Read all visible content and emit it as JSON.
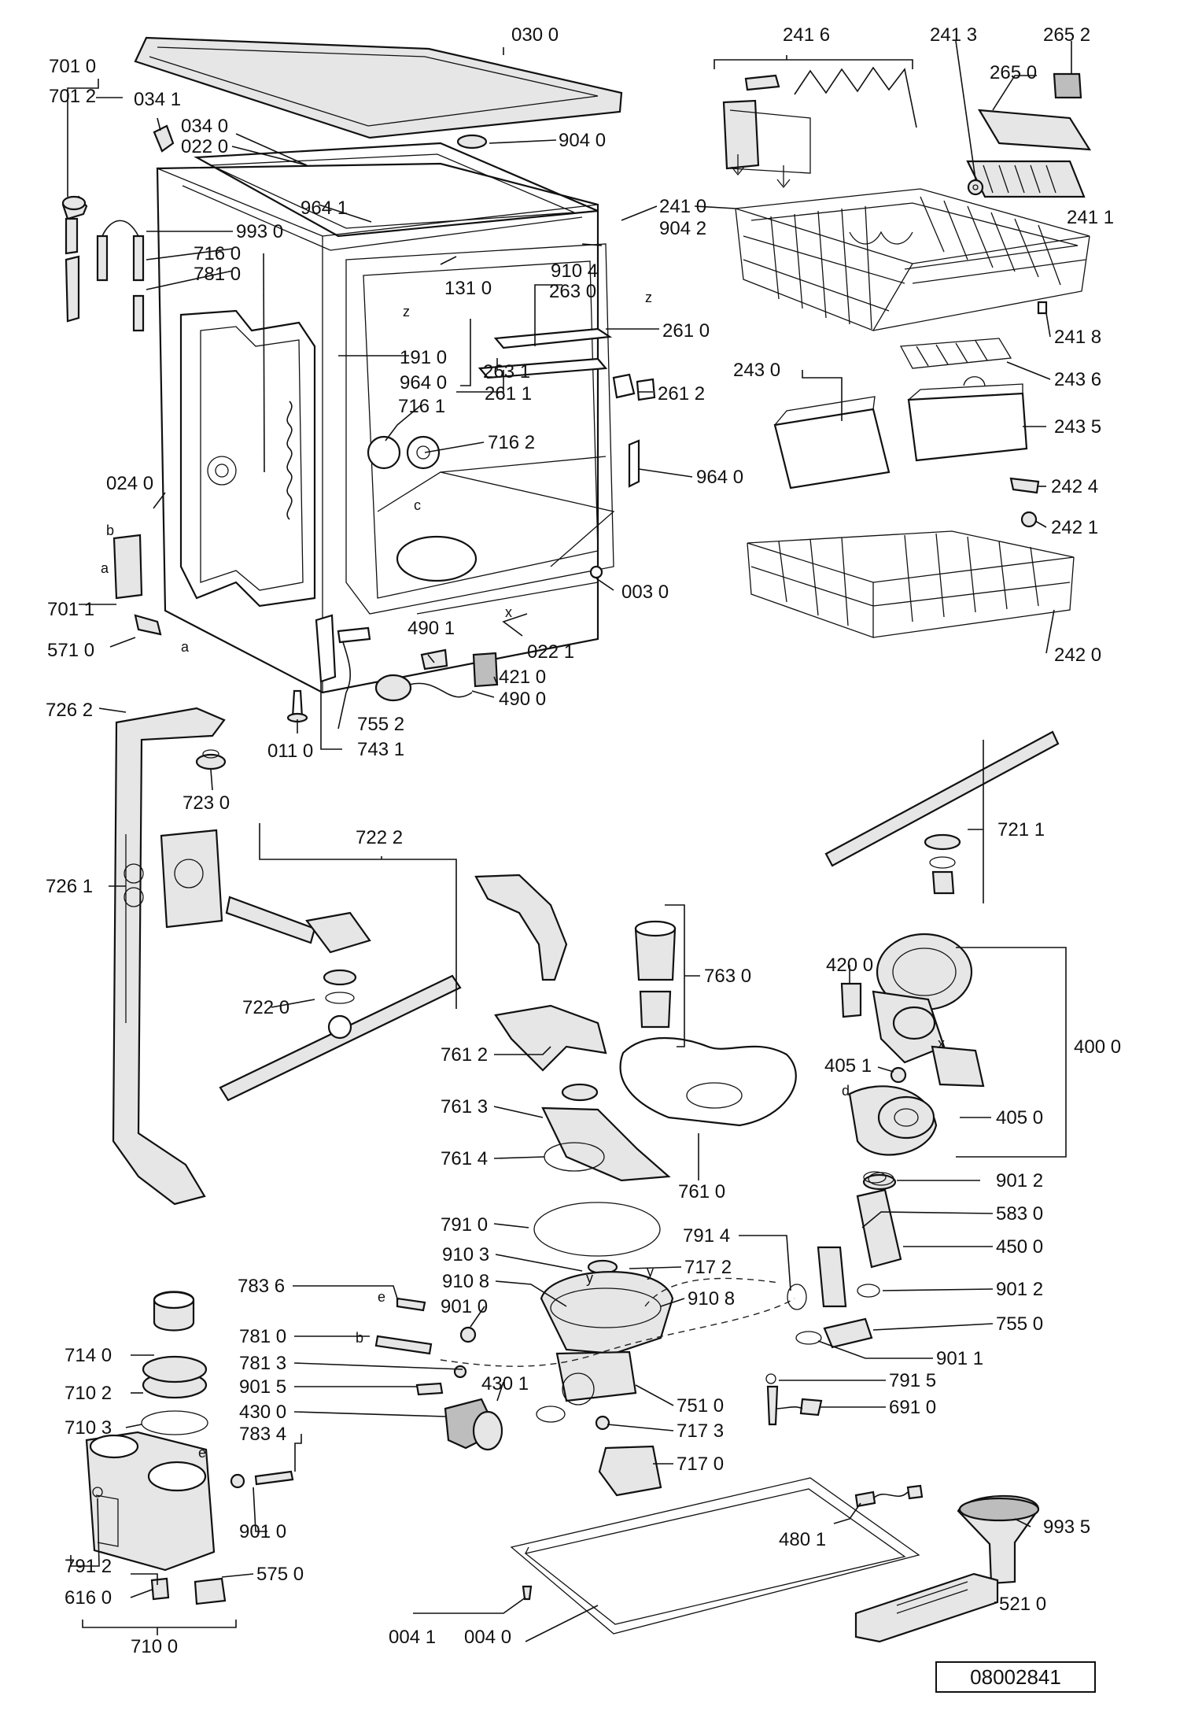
{
  "diagram": {
    "drawing_number": "08002841",
    "labels": {
      "p0300": "030 0",
      "p7010": "701 0",
      "p7012": "701 2",
      "p0341": "034 1",
      "p0340": "034 0",
      "p0220": "022 0",
      "p9040": "904 0",
      "p2416": "241 6",
      "p2413": "241 3",
      "p2652": "265 2",
      "p2650": "265 0",
      "p9641": "964 1",
      "p9930": "993 0",
      "p7160": "716 0",
      "p7810": "781 0",
      "p9042": "904 2",
      "p2410": "241 0",
      "p2411": "241 1",
      "p9104": "910 4",
      "p1310": "131 0",
      "p2630": "263 0",
      "p2610": "261 0",
      "p2418": "241 8",
      "p2631": "263 1",
      "p1910": "191 0",
      "p9640a": "964 0",
      "p2611": "261 1",
      "p2612": "261 2",
      "p2430": "243 0",
      "p2436": "243 6",
      "p7161": "716 1",
      "p7162": "716 2",
      "p2435": "243 5",
      "p0240": "024 0",
      "p9640b": "964 0",
      "p2424": "242 4",
      "p2421": "242 1",
      "p7011": "701 1",
      "p0030": "003 0",
      "p5710": "571 0",
      "p4901": "490 1",
      "p0221": "022 1",
      "p2420": "242 0",
      "p4210": "421 0",
      "p4900": "490 0",
      "p7262": "726 2",
      "p7552": "755 2",
      "p0110": "011 0",
      "p7431": "743 1",
      "p7230": "723 0",
      "p7211": "721 1",
      "p7222": "722 2",
      "p7261": "726 1",
      "p7630": "763 0",
      "p4200": "420 0",
      "p7220": "722 0",
      "p4000": "400 0",
      "p7612": "761 2",
      "p4051": "405 1",
      "p7613": "761 3",
      "p4050": "405 0",
      "p7614": "761 4",
      "p7610": "761 0",
      "p9012a": "901 2",
      "p7910": "791 0",
      "p5830": "583 0",
      "p7914": "791 4",
      "p4500": "450 0",
      "p9103": "910 3",
      "p7172": "717 2",
      "p7836": "783 6",
      "p9108a": "910 8",
      "p9108b": "910 8",
      "p9012b": "901 2",
      "p9010": "901 0",
      "p7550": "755 0",
      "p7810b": "781 0",
      "p7140": "714 0",
      "p9011": "901 1",
      "p7813": "781 3",
      "p4301": "430 1",
      "p7915": "791 5",
      "p7102": "710 2",
      "p9015": "901 5",
      "p7510": "751 0",
      "p4300": "430 0",
      "p6910": "691 0",
      "p7103": "710 3",
      "p7173": "717 3",
      "p7834": "783 4",
      "p7170": "717 0",
      "p4801": "480 1",
      "p9935": "993 5",
      "p9010b": "901 0",
      "p7912": "791 2",
      "p5750": "575 0",
      "p6160": "616 0",
      "p0041": "004 1",
      "p0040": "004 0",
      "p5210": "521 0",
      "p7100": "710 0"
    },
    "letters": {
      "a1": "a",
      "a2": "a",
      "b1": "b",
      "b2": "b",
      "c": "c",
      "d": "d",
      "e1": "e",
      "e2": "e",
      "x1": "x",
      "x2": "x",
      "z1": "z",
      "z2": "z",
      "y1": "y",
      "y2": "y"
    }
  }
}
